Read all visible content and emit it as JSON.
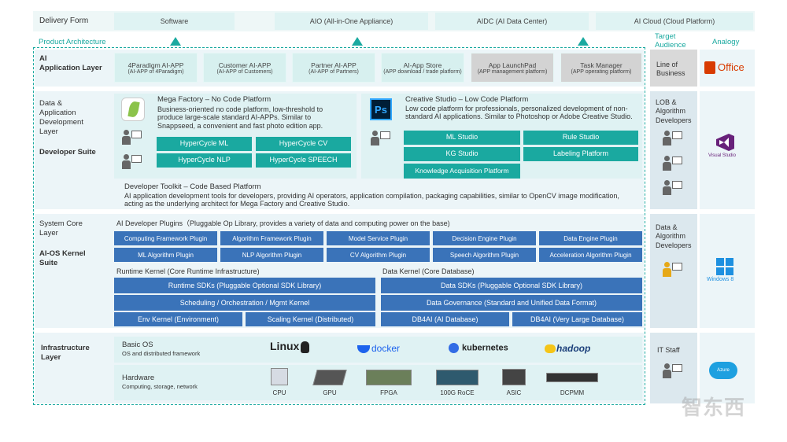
{
  "delivery": {
    "label": "Delivery Form",
    "items": [
      "Software",
      "AIO (All-in-One Appliance)",
      "AIDC (AI Data Center)",
      "AI Cloud (Cloud Platform)"
    ]
  },
  "product_architecture": "Product Architecture",
  "target_audience": "Target\nAudience",
  "analogy": "Analogy",
  "ai_layer": {
    "label": "AI\nApplication Layer",
    "apps": [
      {
        "name": "4Paradigm AI-APP",
        "sub": "(AI-APP of 4Paradigm)"
      },
      {
        "name": "Customer AI-APP",
        "sub": "(AI-APP of Customers)"
      },
      {
        "name": "Partner AI-APP",
        "sub": "(AI-APP of Partners)"
      },
      {
        "name": "AI-App Store",
        "sub": "(APP download / trade platform)"
      },
      {
        "name": "App LaunchPad",
        "sub": "(APP management platform)"
      },
      {
        "name": "Task Manager",
        "sub": "(APP operating platform)"
      }
    ],
    "audience": "Line of\nBusiness",
    "analogy": "Office"
  },
  "dev_layer": {
    "label": "Data &\nApplication\nDevelopment\nLayer",
    "suite": "Developer Suite",
    "mega": {
      "title": "Mega Factory – No Code Platform",
      "desc": "Business-oriented no code platform, low-threshold to produce large-scale standard AI-APPs. Similar to Snappseed, a convenient and fast photo edition app.",
      "buttons": [
        "HyperCycle ML",
        "HyperCycle CV",
        "HyperCycle NLP",
        "HyperCycle SPEECH"
      ]
    },
    "creative": {
      "title": "Creative Studio – Low Code Platform",
      "desc": "Low code platform for professionals, personalized development of non-standard AI applications. Similar to Photoshop or Adobe Creative Studio.",
      "buttons": [
        "ML Studio",
        "Rule Studio",
        "KG Studio",
        "Labeling Platform",
        "Knowledge Acquisition Platform"
      ],
      "ps": "Ps"
    },
    "toolkit": {
      "title": "Developer Toolkit – Code Based Platform",
      "desc": "AI application development tools for developers, providing AI operators, application compilation, packaging capabilities, similar to OpenCV image modification, acting as the underlying architect for Mega Factory and Creative Studio."
    },
    "audience": "LOB &\nAlgorithm\nDevelopers",
    "analogy": "Visual Studio"
  },
  "core_layer": {
    "label": "System Core\nLayer",
    "suite": "AI-OS Kernel\nSuite",
    "plugins_title": "AI Developer Plugins（Pluggable Op Library, provides a variety of data and computing power on the base)",
    "plugins": [
      "Computing Framework Plugin",
      "Algorithm Framework Plugin",
      "Model Service Plugin",
      "Decision Engine Plugin",
      "Data Engine Plugin",
      "ML Algorithm Plugin",
      "NLP Algorithm Plugin",
      "CV Algorithm Plugin",
      "Speech Algorithm Plugin",
      "Acceleration Algorithm Plugin"
    ],
    "runtime_title": "Runtime Kernel (Core Runtime Infrastructure)",
    "runtime": [
      "Runtime SDKs (Pluggable Optional SDK Library)",
      "Scheduling / Orchestration / Mgmt Kernel",
      "Env Kernel (Environment)",
      "Scaling Kernel (Distributed)"
    ],
    "data_title": "Data Kernel (Core Database)",
    "data": [
      "Data SDKs (Pluggable Optional SDK Library)",
      "Data Governance (Standard and Unified Data Format)",
      "DB4AI (AI Database)",
      "DB4AI (Very Large Database)"
    ],
    "audience": "Data &\nAlgorithm\nDevelopers",
    "analogy": "Windows 8"
  },
  "infra_layer": {
    "label": "Infrastructure\nLayer",
    "os_title": "Basic OS",
    "os_sub": "OS and distributed framework",
    "os_logos": [
      "Linux",
      "docker",
      "kubernetes",
      "hadoop"
    ],
    "hw_title": "Hardware",
    "hw_sub": "Computing, storage, network",
    "hw": [
      "CPU",
      "GPU",
      "FPGA",
      "100G RoCE",
      "ASIC",
      "DCPMM"
    ],
    "audience": "IT Staff",
    "analogy": "Azure"
  },
  "watermark": "智东西",
  "colors": {
    "teal": "#1aa9a0",
    "blue": "#3a73b9",
    "panel": "#ecf5f8",
    "office_red": "#d83b01",
    "vs_purple": "#68217a",
    "win_blue": "#1e90e0"
  }
}
